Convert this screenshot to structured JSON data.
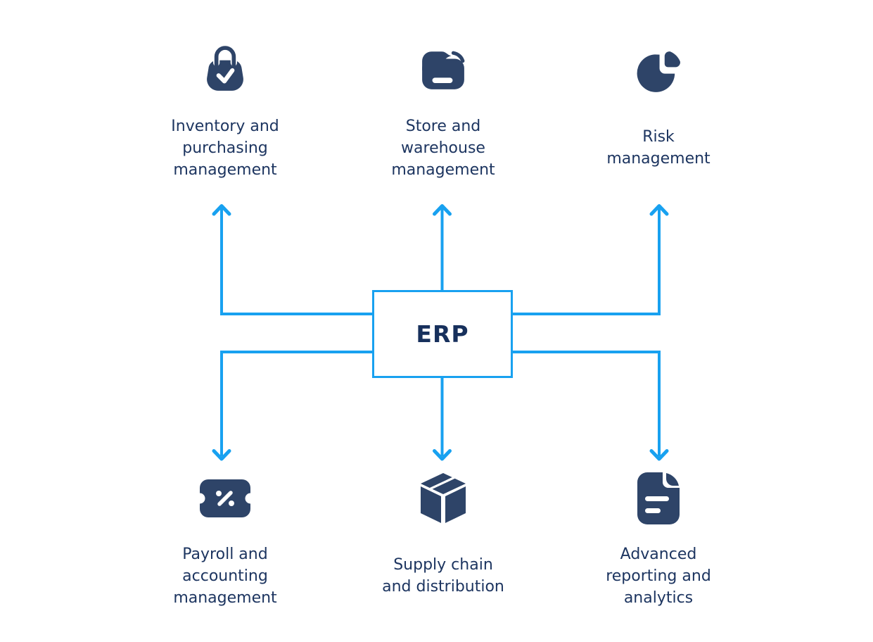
{
  "diagram": {
    "title_hidden": "",
    "center": {
      "label": "ERP"
    },
    "nodes": [
      {
        "id": "inventory",
        "icon": "shopping-bag-check-icon",
        "label": "Inventory and\npurchasing\nmanagement",
        "position": "top-left"
      },
      {
        "id": "store",
        "icon": "folder-icon",
        "label": "Store and\nwarehouse\nmanagement",
        "position": "top-center"
      },
      {
        "id": "risk",
        "icon": "pie-chart-icon",
        "label": "Risk\nmanagement",
        "position": "top-right"
      },
      {
        "id": "payroll",
        "icon": "ticket-percent-icon",
        "label": "Payroll and\naccounting\nmanagement",
        "position": "bottom-left"
      },
      {
        "id": "supply",
        "icon": "package-box-icon",
        "label": "Supply chain\nand distribution",
        "position": "bottom-center"
      },
      {
        "id": "analytics",
        "icon": "document-report-icon",
        "label": "Advanced\nreporting and\nanalytics",
        "position": "bottom-right"
      }
    ],
    "colors": {
      "icon_navy": "#2E4468",
      "text_navy": "#1D3560",
      "erp_navy": "#17305C",
      "line_blue": "#18A1F0",
      "background": "#FFFFFF"
    }
  }
}
